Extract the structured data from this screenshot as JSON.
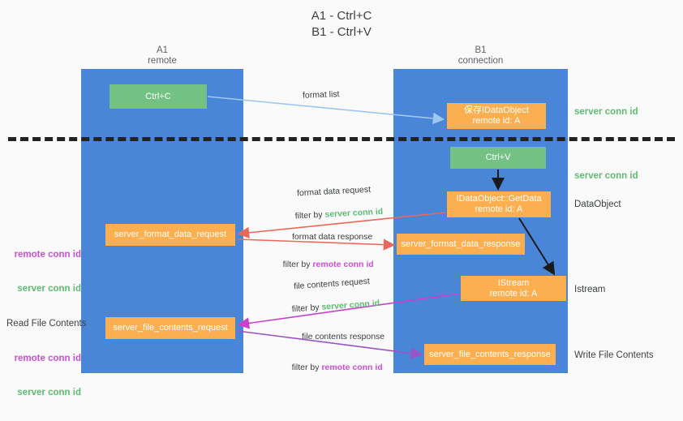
{
  "title": "A1 - Ctrl+C\nB1 - Ctrl+V",
  "lanes": [
    {
      "id": "a1",
      "name": "A1",
      "subtitle": "remote",
      "header": "A1\nremote",
      "color": "#4a86d8"
    },
    {
      "id": "b1",
      "name": "B1",
      "subtitle": "connection",
      "header": "B1\nconnection",
      "color": "#4a86d8"
    }
  ],
  "colors": {
    "lane": "#4a86d8",
    "green_node": "#73c183",
    "orange_node": "#fbaf50",
    "server_conn": "#5fbb73",
    "remote_conn": "#c94fd4",
    "arrow_blue": "#9ec8ef",
    "arrow_red": "#e8685a",
    "arrow_magenta": "#cc3fcc",
    "arrow_purple": "#9b54c8",
    "arrow_black": "#1a1a1a",
    "dashed_line": "#222222",
    "background": "#fafafa"
  },
  "nodes": {
    "ctrl_c": {
      "label": "Ctrl+C",
      "style": "green"
    },
    "save_dataobject": {
      "line1": "保存IDataObject",
      "line2": "remote id: A",
      "style": "orange"
    },
    "ctrl_v": {
      "label": "Ctrl+V",
      "style": "green"
    },
    "getdata": {
      "line1": "IDataObject::GetData",
      "line2": "remote id: A",
      "style": "orange"
    },
    "server_format_data_request": {
      "label": "server_format_data_request",
      "style": "orange"
    },
    "server_format_data_response": {
      "label": "server_format_data_response",
      "style": "orange"
    },
    "istream": {
      "line1": "IStream",
      "line2": "remote id: A",
      "style": "orange"
    },
    "server_file_contents_request": {
      "label": "server_file_contents_request",
      "style": "orange"
    },
    "server_file_contents_response": {
      "label": "server_file_contents_response",
      "style": "orange"
    }
  },
  "side_notes": {
    "server_conn_id_top": "server conn id",
    "server_conn_id_mid": "server conn id",
    "dataobject": "DataObject",
    "istream": "Istream",
    "write_file_contents": "Write File Contents",
    "read_file_contents": "Read File Contents"
  },
  "left_notes": {
    "remote_conn_id_1": "remote conn id",
    "server_conn_id_1": "server conn id",
    "remote_conn_id_2": "remote conn id",
    "server_conn_id_2": "server conn id"
  },
  "edges": [
    {
      "id": "format-list",
      "label": "format list",
      "from": "ctrl_c",
      "to": "save_dataobject",
      "color": "#9ec8ef"
    },
    {
      "id": "format-data-request",
      "label_line1": "format data request",
      "label_line2_prefix": "filter by ",
      "label_line2_em": "server conn id",
      "em_kind": "server",
      "from": "getdata",
      "to": "server_format_data_request",
      "color": "#e8685a"
    },
    {
      "id": "format-data-response",
      "label_line1": "format data response",
      "label_line2_prefix": "filter by ",
      "label_line2_em": "remote conn id",
      "em_kind": "remote",
      "from": "server_format_data_request",
      "to": "server_format_data_response",
      "color": "#e8685a"
    },
    {
      "id": "file-contents-request",
      "label_line1": "file contents request",
      "label_line2_prefix": "filter by ",
      "label_line2_em": "server conn id",
      "em_kind": "server",
      "from": "istream",
      "to": "server_file_contents_request",
      "color": "#cc3fcc"
    },
    {
      "id": "file-contents-response",
      "label_line1": "file contents response",
      "label_line2_prefix": "filter by ",
      "label_line2_em": "remote conn id",
      "em_kind": "remote",
      "from": "server_file_contents_request",
      "to": "server_file_contents_response",
      "color": "#9b54c8"
    }
  ]
}
